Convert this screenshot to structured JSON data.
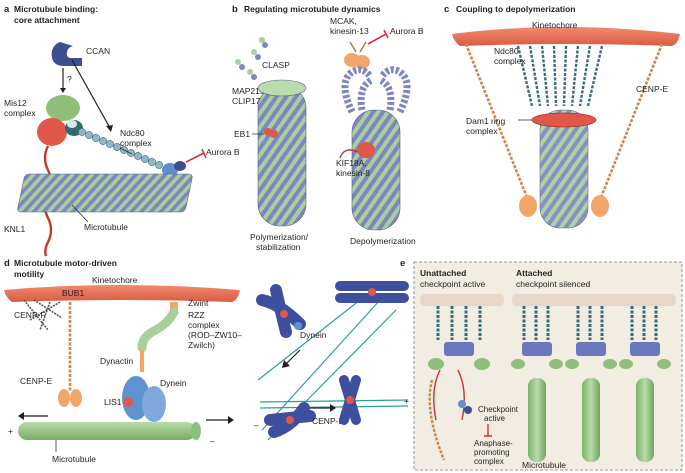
{
  "panel_a": {
    "letter": "a",
    "title_line1": "Microtubule binding:",
    "title_line2": "core attachment",
    "ccan": "CCAN",
    "question": "?",
    "mis12_line1": "Mis12",
    "mis12_line2": "complex",
    "ndc80_line1": "Ndc80",
    "ndc80_line2": "complex",
    "aurora_b": "Aurora B",
    "knl1": "KNL1",
    "microtubule": "Microtubule"
  },
  "panel_b": {
    "letter": "b",
    "title": "Regulating microtubule dynamics",
    "clasp": "CLASP",
    "map215_line1": "MAP215,",
    "map215_line2": "CLIP170",
    "eb1": "EB1",
    "mcak_line1": "MCAK,",
    "mcak_line2": "kinesin-13",
    "aurora_b": "Aurora B",
    "kif18a_line1": "KIF18A,",
    "kif18a_line2": "kinesin-8",
    "polymerization_line1": "Polymerization/",
    "polymerization_line2": "stabilization",
    "depolymerization": "Depolymerization"
  },
  "panel_c": {
    "letter": "c",
    "title": "Coupling to depolymerization",
    "kinetochore": "Kinetochore",
    "ndc80_line1": "Ndc80",
    "ndc80_line2": "complex",
    "cenp_e": "CENP-E",
    "dam1_line1": "Dam1 ring",
    "dam1_line2": "complex"
  },
  "panel_d": {
    "letter": "d",
    "title_line1": "Microtubule motor-driven",
    "title_line2": "motility",
    "kinetochore": "Kinetochore",
    "bub1": "BUB1",
    "cenp_f": "CENP-F",
    "zwint": "Zwint",
    "rzz_line1": "RZZ",
    "rzz_line2": "complex",
    "rzz_line3": "(ROD–ZW10–",
    "rzz_line4": "Zwilch)",
    "dynactin": "Dynactin",
    "dynein": "Dynein",
    "lis1": "LIS1",
    "cenp_e": "CENP-E",
    "microtubule": "Microtubule",
    "plus": "+",
    "minus": "–"
  },
  "panel_d_right": {
    "dynein": "Dynein",
    "cenp_e": "CENP-E",
    "plus": "+",
    "minus": "–"
  },
  "panel_e": {
    "letter": "e",
    "unattached_title": "Unattached",
    "unattached_sub": "checkpoint active",
    "attached_title": "Attached",
    "attached_sub": "checkpoint silenced",
    "checkpoint_line1": "Checkpoint",
    "checkpoint_line2": "active",
    "apc_line1": "Anaphase-",
    "apc_line2": "promoting",
    "apc_line3": "complex",
    "microtubule": "Microtubule"
  },
  "colors": {
    "kinetochore": "#e8735a",
    "microtubule_green": "#a9cf9a",
    "microtubule_blue": "#7d86c0",
    "ccan": "#3d4f8f",
    "mis12": "#8fbf7a",
    "knl1": "#c0392b",
    "ndc80": "#8fb8c4",
    "orange_protein": "#f2a66a",
    "dynein_blue": "#5f93cf",
    "aurora_red": "#d9303a",
    "panel_e_bg": "#f1ede3"
  }
}
